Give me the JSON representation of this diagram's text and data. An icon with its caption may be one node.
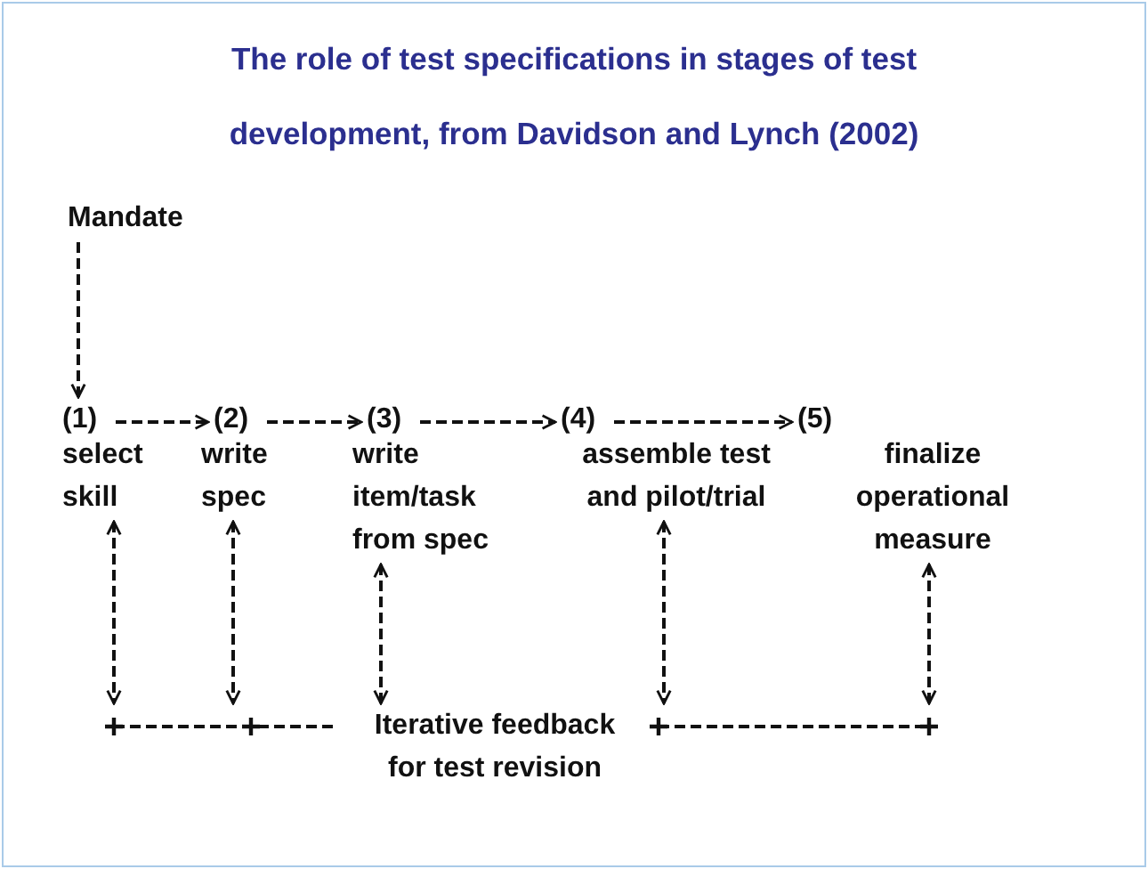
{
  "diagram": {
    "title": "The role of test specifications in stages of test development, from Davidson and Lynch (2002)",
    "nodes": [
      {
        "text": [
          "Mandate"
        ]
      },
      {
        "text": [
          "(1)"
        ]
      },
      {
        "text": [
          "(2)"
        ]
      },
      {
        "text": [
          "(3)"
        ]
      },
      {
        "text": [
          "(4)"
        ]
      },
      {
        "text": [
          "(5)"
        ]
      },
      {
        "text": [
          "select skill"
        ]
      },
      {
        "text": [
          "write spec"
        ]
      },
      {
        "text": [
          "write item/task from spec"
        ]
      },
      {
        "text": [
          "assemble test and pilot/trial"
        ]
      },
      {
        "text": [
          "finalize operational measure"
        ]
      },
      {
        "text": [
          "Iterative feedback for test revision"
        ]
      }
    ],
    "edges": [
      {
        "from": 0,
        "to": 1,
        "arrow": "to"
      },
      {
        "from": 1,
        "to": 2,
        "arrow": "to"
      },
      {
        "from": 2,
        "to": 3,
        "arrow": "to"
      },
      {
        "from": 3,
        "to": 4,
        "arrow": "to"
      },
      {
        "from": 4,
        "to": 5,
        "arrow": "to"
      },
      {
        "from": 6,
        "to": 11,
        "arrow": "both"
      },
      {
        "from": 7,
        "to": 11,
        "arrow": "both"
      },
      {
        "from": 8,
        "to": 11,
        "arrow": "both"
      },
      {
        "from": 9,
        "to": 11,
        "arrow": "both"
      },
      {
        "from": 10,
        "to": 11,
        "arrow": "both"
      }
    ]
  }
}
